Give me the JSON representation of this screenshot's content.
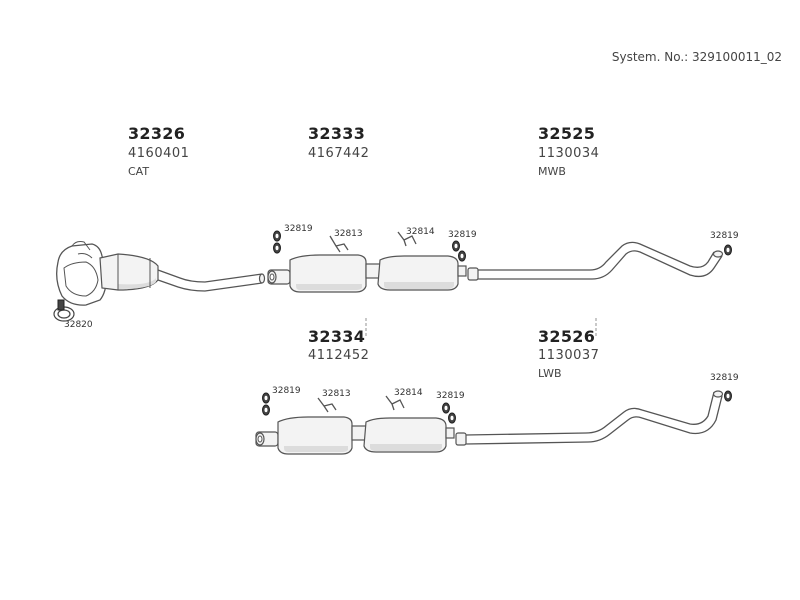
{
  "system": {
    "text": "System. No.: 329100011_02"
  },
  "parts": [
    {
      "number": "32326",
      "code": "4160401",
      "desc": "CAT"
    },
    {
      "number": "32333",
      "code": "4167442",
      "desc": ""
    },
    {
      "number": "32525",
      "code": "1130034",
      "desc": "MWB"
    },
    {
      "number": "32334",
      "code": "4112452",
      "desc": ""
    },
    {
      "number": "32526",
      "code": "1130037",
      "desc": "LWB"
    }
  ],
  "small_parts": {
    "a": "32819",
    "b": "32813",
    "c": "32814",
    "d": "32819",
    "e": "32819",
    "f": "32820",
    "g": "32819",
    "h": "32813",
    "i": "32814",
    "j": "32819",
    "k": "32819"
  }
}
